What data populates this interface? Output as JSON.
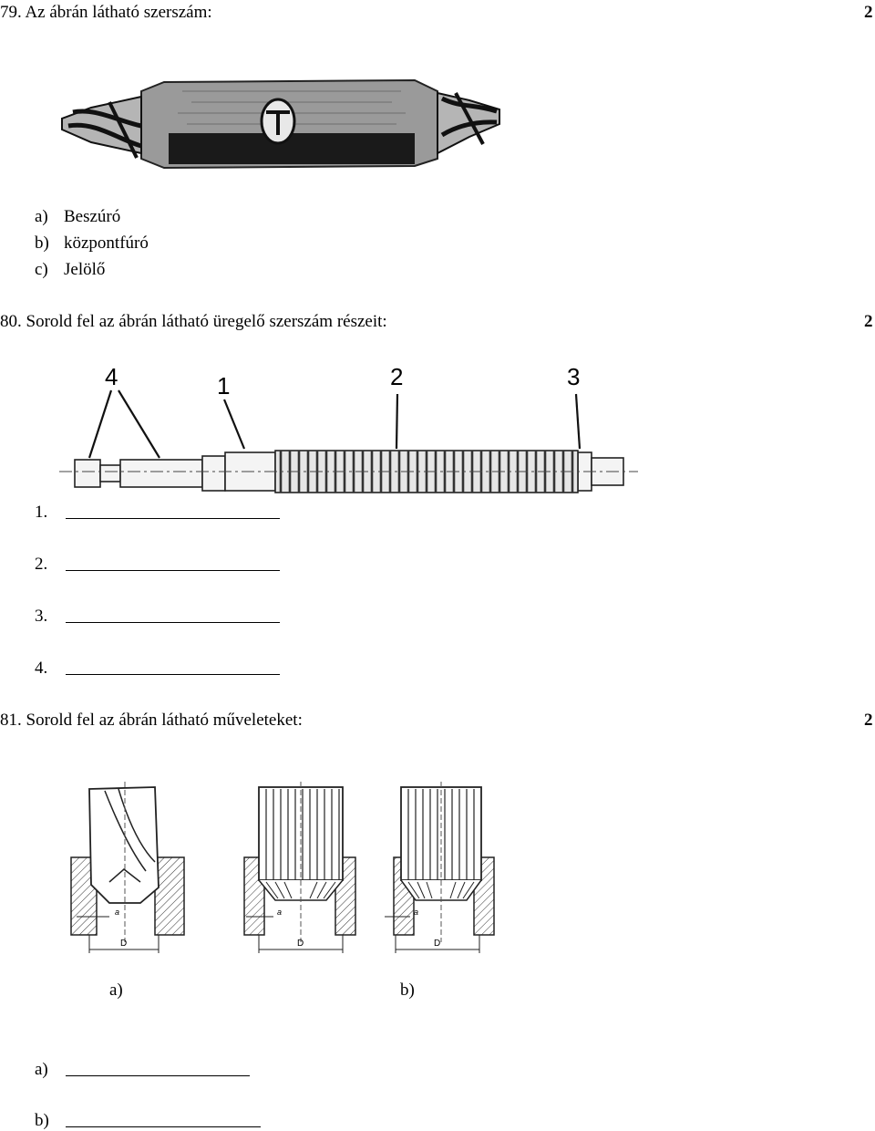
{
  "q79": {
    "text": "79. Az ábrán látható szerszám:",
    "points": "2",
    "options": [
      {
        "letter": "a)",
        "text": "Beszúró"
      },
      {
        "letter": "b)",
        "text": "központfúró"
      },
      {
        "letter": "c)",
        "text": "Jelölő"
      }
    ]
  },
  "q80": {
    "text": "80. Sorold fel az ábrán látható üregelő szerszám részeit:",
    "points": "2",
    "callouts": [
      "4",
      "1",
      "2",
      "3"
    ],
    "answers": [
      "1.",
      "2.",
      "3.",
      "4."
    ]
  },
  "q81": {
    "text": "81. Sorold fel az ábrán látható műveleteket:",
    "points": "2",
    "dim_a": "a",
    "dim_d": "D",
    "captions": [
      "a)",
      "b)"
    ],
    "answers": [
      "a)",
      "b)"
    ]
  }
}
